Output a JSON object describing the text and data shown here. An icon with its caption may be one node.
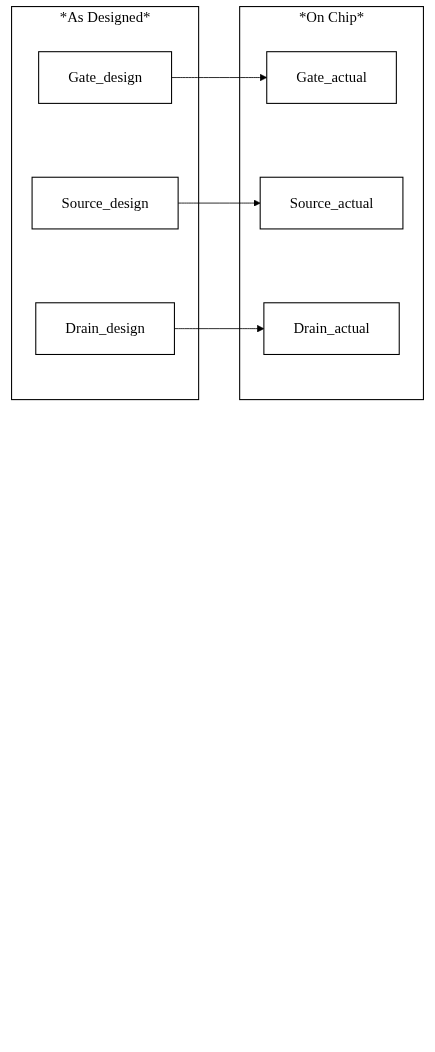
{
  "diagram": {
    "nodes": [
      {
        "text": [
          "*As Designed*"
        ]
      },
      {
        "text": [
          "Drain_design"
        ],
        "in": 0
      },
      {
        "text": [
          "Gate_design"
        ],
        "in": 0
      },
      {
        "text": [
          "Source_design"
        ],
        "in": 0
      },
      {
        "text": [
          "*On Chip*"
        ]
      },
      {
        "text": [
          "Gate_actual"
        ],
        "in": 4
      },
      {
        "text": [
          "Source_actual"
        ],
        "in": 4
      },
      {
        "text": [
          "Drain_actual"
        ],
        "in": 4
      }
    ],
    "edges": [
      {
        "from": 1,
        "to": 7,
        "arrow": "to"
      },
      {
        "from": 2,
        "to": 5,
        "arrow": "to"
      },
      {
        "from": 3,
        "to": 6,
        "arrow": "to"
      }
    ]
  }
}
